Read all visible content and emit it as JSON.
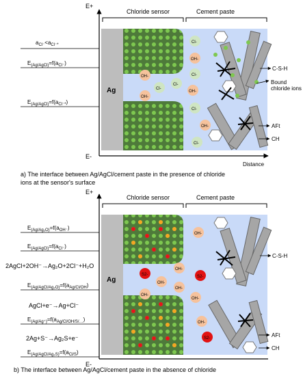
{
  "panel_a": {
    "axis_top": "E+",
    "axis_bottom": "E-",
    "distance_label": "Distance",
    "header_sensor": "Chloride sensor",
    "header_paste": "Cement paste",
    "left_labels": [
      "a",
      "E",
      "E"
    ],
    "ag_label": "Ag",
    "ion_cl": "Cl-",
    "ion_oh": "OH-",
    "legend": [
      "C-S-H",
      "Bound chloride ions",
      "AFt",
      "CH"
    ],
    "caption": "a) The interface between Ag/AgCl/cement paste in the presence of chloride ions at the sensor's surface"
  },
  "panel_b": {
    "axis_top": "E+",
    "axis_bottom": "E-",
    "header_sensor": "Chloride sensor",
    "header_paste": "Cement paste",
    "left_labels": [
      "E",
      "E",
      "2AgCl+2OH",
      "E",
      "AgCl+e",
      "E",
      "2Ag+S",
      "E"
    ],
    "ag_label": "Ag",
    "ion_oh": "OH-",
    "ion_s": "S2-",
    "legend": [
      "C-S-H",
      "AFt",
      "CH"
    ],
    "caption": "b) The interface between Ag/AgCl/cement paste in the absence of chloride ions at the sensor's surface"
  },
  "colors": {
    "background_paste": "#c9daf8",
    "ag_metal": "#bdbdbd",
    "agcl_layer": "#4e7a3a",
    "dot_green": "#7ec850",
    "dot_orange": "#f5a623",
    "dot_red": "#e8141b",
    "ion_cl_fill": "#cfe5c2",
    "ion_oh_fill": "#f6c29c",
    "ion_s_fill": "#e21212",
    "hydrate_gray": "#a6a6a6"
  }
}
